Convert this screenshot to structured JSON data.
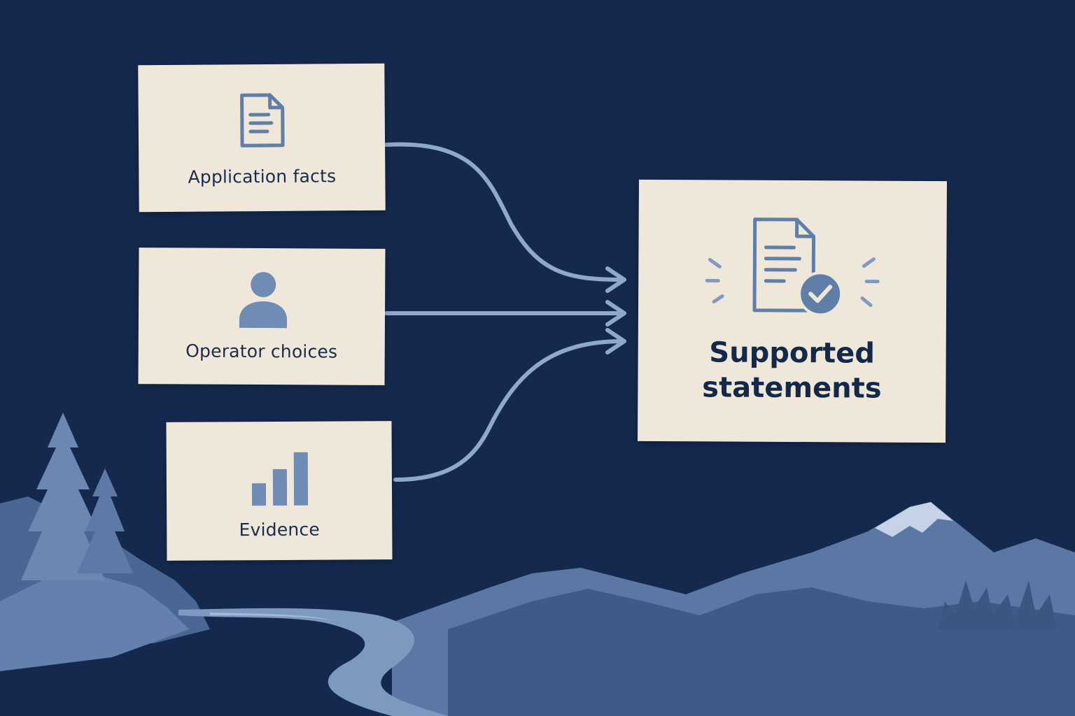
{
  "diagram": {
    "inputs": [
      {
        "id": "facts",
        "label": "Application facts",
        "icon": "document-icon"
      },
      {
        "id": "operator",
        "label": "Operator choices",
        "icon": "person-icon"
      },
      {
        "id": "evidence",
        "label": "Evidence",
        "icon": "bar-chart-icon"
      }
    ],
    "output": {
      "label_line1": "Supported",
      "label_line2": "statements",
      "icon": "verified-document-icon"
    }
  },
  "colors": {
    "background": "#14294d",
    "card": "#efe8da",
    "icon": "#5f7ea8",
    "arrow": "#8fa9cc",
    "text": "#1a2c4d"
  }
}
